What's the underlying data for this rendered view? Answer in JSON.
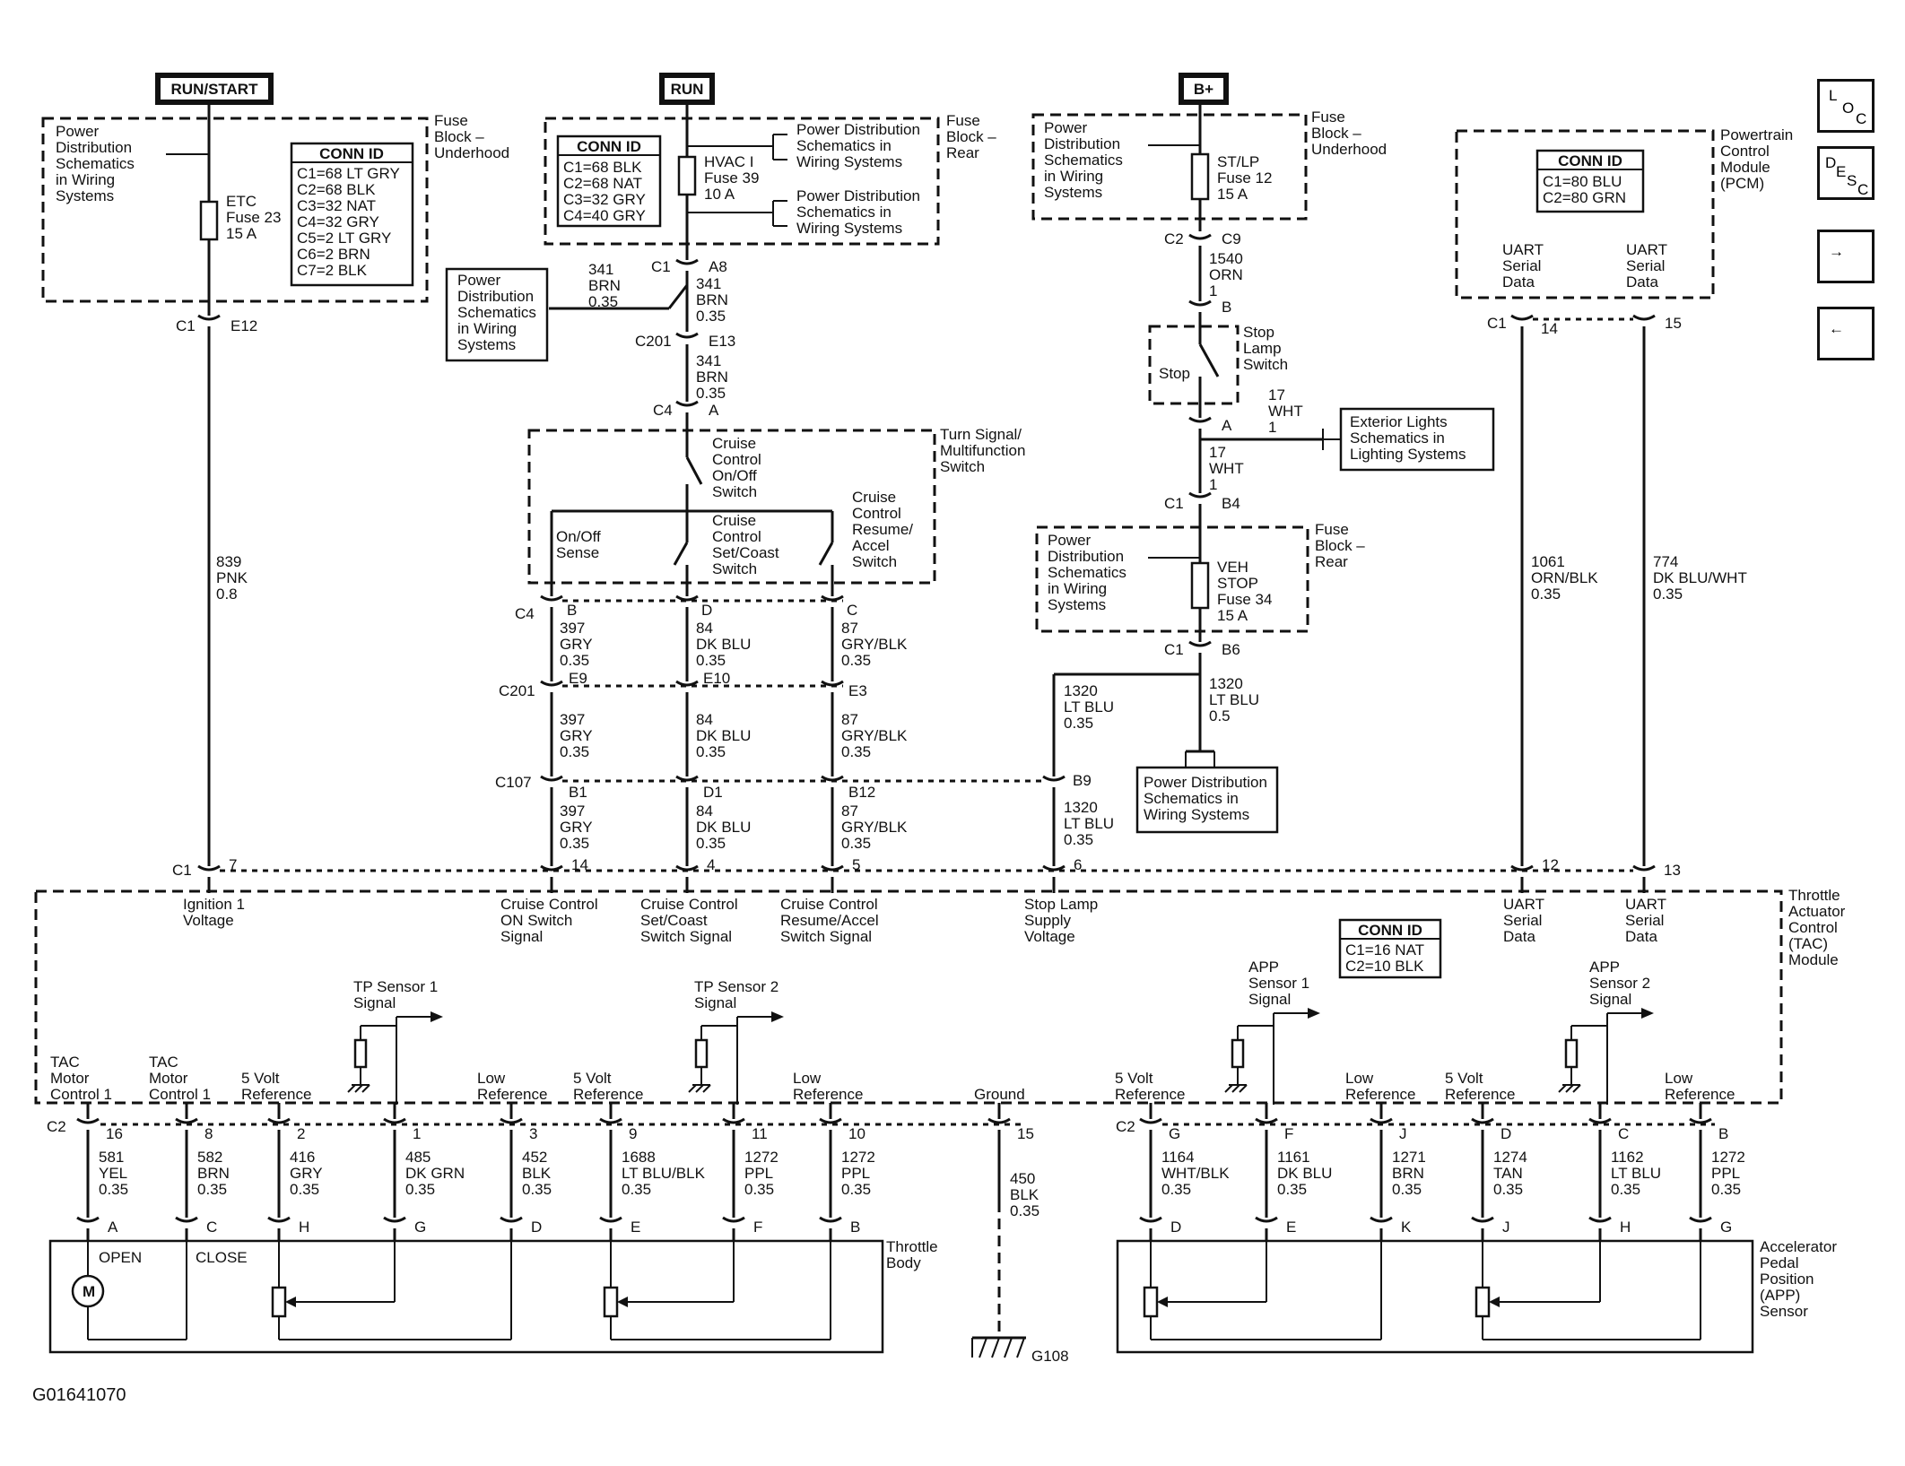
{
  "nav": {
    "loc": [
      "L",
      "O",
      "C"
    ],
    "desc": [
      "D",
      "E",
      "S",
      "C"
    ],
    "next": "→",
    "prev": "←"
  },
  "power": {
    "run_start": "RUN/START",
    "run": "RUN",
    "b_plus": "B+"
  },
  "fuse_block_underhood": {
    "label": [
      "Fuse",
      "Block –",
      "Underhood"
    ],
    "note": [
      "Power",
      "Distribution",
      "Schematics",
      "in Wiring",
      "Systems"
    ],
    "fuse": [
      "ETC",
      "Fuse 23",
      "15 A"
    ],
    "conn_title": "CONN ID",
    "conn": [
      "C1=68 LT GRY",
      "C2=68 BLK",
      "C3=32 NAT",
      "C4=32 GRY",
      "C5=2 LT GRY",
      "C6=2 BRN",
      "C7=2 BLK"
    ]
  },
  "fuse_block_rear": {
    "label": [
      "Fuse",
      "Block –",
      "Rear"
    ],
    "conn_title": "CONN ID",
    "conn": [
      "C1=68 BLK",
      "C2=68 NAT",
      "C3=32 GRY",
      "C4=40 GRY"
    ],
    "fuse": [
      "HVAC I",
      "Fuse 39",
      "10 A"
    ],
    "note1": [
      "Power Distribution",
      "Schematics in",
      "Wiring Systems"
    ],
    "note2": [
      "Power Distribution",
      "Schematics in",
      "Wiring Systems"
    ]
  },
  "pd_left": [
    "Power",
    "Distribution",
    "Schematics",
    "in Wiring",
    "Systems"
  ],
  "fuse_block_b": {
    "label": [
      "Fuse",
      "Block –",
      "Underhood"
    ],
    "note": [
      "Power",
      "Distribution",
      "Schematics",
      "in Wiring",
      "Systems"
    ],
    "fuse": [
      "ST/LP",
      "Fuse 12",
      "15 A"
    ]
  },
  "stop_switch": {
    "label": [
      "Stop",
      "Lamp",
      "Switch"
    ],
    "stop": "Stop"
  },
  "ext_lights": [
    "Exterior Lights",
    "Schematics in",
    "Lighting Systems"
  ],
  "fuse_block_rear2": {
    "label": [
      "Fuse",
      "Block –",
      "Rear"
    ],
    "note": [
      "Power",
      "Distribution",
      "Schematics",
      "in Wiring",
      "Systems"
    ],
    "fuse": [
      "VEH",
      "STOP",
      "Fuse 34",
      "15 A"
    ]
  },
  "pd_ground": [
    "Power Distribution",
    "Schematics in",
    "Wiring Systems"
  ],
  "pcm": {
    "label": [
      "Powertrain",
      "Control",
      "Module",
      "(PCM)"
    ],
    "conn_title": "CONN ID",
    "conn": [
      "C1=80 BLU",
      "C2=80 GRN"
    ],
    "uart1": [
      "UART",
      "Serial",
      "Data"
    ],
    "uart2": [
      "UART",
      "Serial",
      "Data"
    ]
  },
  "turn_switch": {
    "label": [
      "Turn Signal/",
      "Multifunction",
      "Switch"
    ],
    "onoff": [
      "Cruise",
      "Control",
      "On/Off",
      "Switch"
    ],
    "sense": [
      "On/Off",
      "Sense"
    ],
    "set": [
      "Cruise",
      "Control",
      "Set/Coast",
      "Switch"
    ],
    "resume": [
      "Cruise",
      "Control",
      "Resume/",
      "Accel",
      "Switch"
    ]
  },
  "connectors": {
    "c1": "C1",
    "c2": "C2",
    "c4": "C4",
    "c9": "C9",
    "c201": "C201",
    "c107": "C107",
    "a8": "A8",
    "e12": "E12",
    "e13": "E13",
    "a": "A",
    "b": "B",
    "b4": "B4",
    "b6": "B6",
    "e9": "E9",
    "e10": "E10",
    "e3": "E3",
    "b1": "B1",
    "d1": "D1",
    "b12": "B12",
    "b9": "B9",
    "d": "D",
    "c": "C",
    "p14": "14",
    "p15": "15",
    "p12": "12",
    "p13": "13",
    "p7": "7",
    "p4": "4",
    "p5": "5",
    "p6": "6"
  },
  "wires": {
    "w341a": [
      "341",
      "BRN",
      "0.35"
    ],
    "w341b": [
      "341",
      "BRN",
      "0.35"
    ],
    "w341c": [
      "341",
      "BRN",
      "0.35"
    ],
    "w839": [
      "839",
      "PNK",
      "0.8"
    ],
    "w397a": [
      "397",
      "GRY",
      "0.35"
    ],
    "w397b": [
      "397",
      "GRY",
      "0.35"
    ],
    "w397c": [
      "397",
      "GRY",
      "0.35"
    ],
    "w84a": [
      "84",
      "DK BLU",
      "0.35"
    ],
    "w84b": [
      "84",
      "DK BLU",
      "0.35"
    ],
    "w84c": [
      "84",
      "DK BLU",
      "0.35"
    ],
    "w87a": [
      "87",
      "GRY/BLK",
      "0.35"
    ],
    "w87b": [
      "87",
      "GRY/BLK",
      "0.35"
    ],
    "w87c": [
      "87",
      "GRY/BLK",
      "0.35"
    ],
    "w1540": [
      "1540",
      "ORN",
      "1"
    ],
    "w17a": [
      "17",
      "WHT",
      "1"
    ],
    "w17b": [
      "17",
      "WHT",
      "1"
    ],
    "w1320a": [
      "1320",
      "LT BLU",
      "0.5"
    ],
    "w1320b": [
      "1320",
      "LT BLU",
      "0.35"
    ],
    "w1320c": [
      "1320",
      "LT BLU",
      "0.35"
    ],
    "w1061": [
      "1061",
      "ORN/BLK",
      "0.35"
    ],
    "w774": [
      "774",
      "DK BLU/WHT",
      "0.35"
    ]
  },
  "tac": {
    "label": [
      "Throttle",
      "Actuator",
      "Control",
      "(TAC)",
      "Module"
    ],
    "conn_title": "CONN ID",
    "conn": [
      "C1=16 NAT",
      "C2=10 BLK"
    ],
    "sig_ign": [
      "Ignition 1",
      "Voltage"
    ],
    "sig_on": [
      "Cruise Control",
      "ON Switch",
      "Signal"
    ],
    "sig_set": [
      "Cruise Control",
      "Set/Coast",
      "Switch Signal"
    ],
    "sig_res": [
      "Cruise Control",
      "Resume/Accel",
      "Switch Signal"
    ],
    "sig_stop": [
      "Stop Lamp",
      "Supply",
      "Voltage"
    ],
    "sig_uart1": [
      "UART",
      "Serial",
      "Data"
    ],
    "sig_uart2": [
      "UART",
      "Serial",
      "Data"
    ],
    "tp1": [
      "TP Sensor 1",
      "Signal"
    ],
    "tp2": [
      "TP Sensor 2",
      "Signal"
    ],
    "app1": [
      "APP",
      "Sensor 1",
      "Signal"
    ],
    "app2": [
      "APP",
      "Sensor 2",
      "Signal"
    ],
    "bottom": [
      [
        "TAC",
        "Motor",
        "Control 1"
      ],
      [
        "TAC",
        "Motor",
        "Control 1"
      ],
      [
        "5 Volt",
        "Reference"
      ],
      [
        "Low",
        "Reference"
      ],
      [
        "5 Volt",
        "Reference"
      ],
      [
        "Low",
        "Reference"
      ],
      [
        "Ground"
      ],
      [
        "5 Volt",
        "Reference"
      ],
      [
        "Low",
        "Reference"
      ],
      [
        "5 Volt",
        "Reference"
      ],
      [
        "Low",
        "Reference"
      ]
    ]
  },
  "bottom_pins": [
    {
      "pin": "16",
      "wire": [
        "581",
        "YEL",
        "0.35"
      ],
      "end": "A"
    },
    {
      "pin": "8",
      "wire": [
        "582",
        "BRN",
        "0.35"
      ],
      "end": "C"
    },
    {
      "pin": "2",
      "wire": [
        "416",
        "GRY",
        "0.35"
      ],
      "end": "H"
    },
    {
      "pin": "1",
      "wire": [
        "485",
        "DK GRN",
        "0.35"
      ],
      "end": "G"
    },
    {
      "pin": "3",
      "wire": [
        "452",
        "BLK",
        "0.35"
      ],
      "end": "D"
    },
    {
      "pin": "9",
      "wire": [
        "1688",
        "LT BLU/BLK",
        "0.35"
      ],
      "end": "E"
    },
    {
      "pin": "11",
      "wire": [
        "1272",
        "PPL",
        "0.35"
      ],
      "end": "F"
    },
    {
      "pin": "10",
      "wire": [
        "1272",
        "PPL",
        "0.35"
      ],
      "end": "B"
    },
    {
      "pin": "15",
      "wire": [
        "450",
        "BLK",
        "0.35"
      ],
      "end": ""
    },
    {
      "pin": "G",
      "wire": [
        "1164",
        "WHT/BLK",
        "0.35"
      ],
      "end": "D"
    },
    {
      "pin": "F",
      "wire": [
        "1161",
        "DK BLU",
        "0.35"
      ],
      "end": "E"
    },
    {
      "pin": "J",
      "wire": [
        "1271",
        "BRN",
        "0.35"
      ],
      "end": "K"
    },
    {
      "pin": "D",
      "wire": [
        "1274",
        "TAN",
        "0.35"
      ],
      "end": "J"
    },
    {
      "pin": "C",
      "wire": [
        "1162",
        "LT BLU",
        "0.35"
      ],
      "end": "H"
    },
    {
      "pin": "B",
      "wire": [
        "1272",
        "PPL",
        "0.35"
      ],
      "end": "G"
    }
  ],
  "throttle": {
    "label": [
      "Throttle",
      "Body"
    ],
    "open": "OPEN",
    "close": "CLOSE",
    "motor": "M"
  },
  "app_sensor": {
    "label": [
      "Accelerator",
      "Pedal",
      "Position",
      "(APP)",
      "Sensor"
    ]
  },
  "ground": "G108",
  "figure_id": "G01641070"
}
